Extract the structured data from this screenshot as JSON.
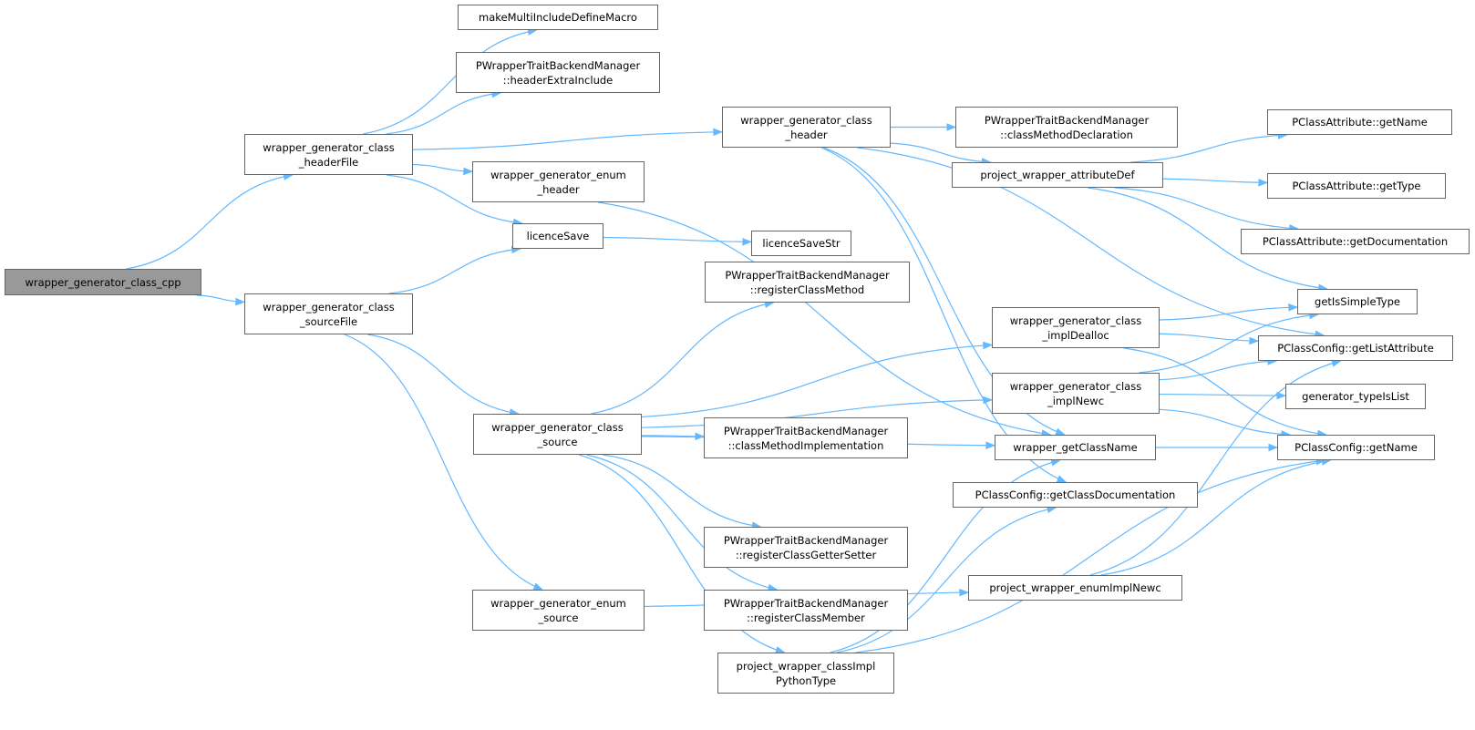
{
  "graph": {
    "edge_color": "#63b8ff",
    "node_border_color": "#666666",
    "root_fill": "#999999",
    "nodes": [
      {
        "id": "n0",
        "lines": [
          "wrapper_generator_class_cpp"
        ],
        "root": true
      },
      {
        "id": "n1",
        "lines": [
          "wrapper_generator_class",
          "_headerFile"
        ]
      },
      {
        "id": "n2",
        "lines": [
          "wrapper_generator_class",
          "_sourceFile"
        ]
      },
      {
        "id": "n3",
        "lines": [
          "makeMultiIncludeDefineMacro"
        ]
      },
      {
        "id": "n4",
        "lines": [
          "PWrapperTraitBackendManager",
          "::headerExtraInclude"
        ]
      },
      {
        "id": "n5",
        "lines": [
          "wrapper_generator_class",
          "_header"
        ]
      },
      {
        "id": "n6",
        "lines": [
          "wrapper_generator_enum",
          "_header"
        ]
      },
      {
        "id": "n7",
        "lines": [
          "licenceSave"
        ]
      },
      {
        "id": "n8",
        "lines": [
          "licenceSaveStr"
        ]
      },
      {
        "id": "n9",
        "lines": [
          "PWrapperTraitBackendManager",
          "::registerClassMethod"
        ]
      },
      {
        "id": "n10",
        "lines": [
          "PWrapperTraitBackendManager",
          "::classMethodDeclaration"
        ]
      },
      {
        "id": "n11",
        "lines": [
          "project_wrapper_attributeDef"
        ]
      },
      {
        "id": "n12",
        "lines": [
          "PClassAttribute::getName"
        ]
      },
      {
        "id": "n13",
        "lines": [
          "PClassAttribute::getType"
        ]
      },
      {
        "id": "n14",
        "lines": [
          "PClassAttribute::getDocumentation"
        ]
      },
      {
        "id": "n15",
        "lines": [
          "getIsSimpleType"
        ]
      },
      {
        "id": "n16",
        "lines": [
          "wrapper_generator_class",
          "_implDealloc"
        ]
      },
      {
        "id": "n17",
        "lines": [
          "PClassConfig::getListAttribute"
        ]
      },
      {
        "id": "n18",
        "lines": [
          "wrapper_generator_class",
          "_implNewc"
        ]
      },
      {
        "id": "n19",
        "lines": [
          "generator_typeIsList"
        ]
      },
      {
        "id": "n20",
        "lines": [
          "wrapper_generator_class",
          "_source"
        ]
      },
      {
        "id": "n21",
        "lines": [
          "PWrapperTraitBackendManager",
          "::classMethodImplementation"
        ]
      },
      {
        "id": "n22",
        "lines": [
          "wrapper_getClassName"
        ]
      },
      {
        "id": "n23",
        "lines": [
          "PClassConfig::getName"
        ]
      },
      {
        "id": "n24",
        "lines": [
          "PClassConfig::getClassDocumentation"
        ]
      },
      {
        "id": "n25",
        "lines": [
          "PWrapperTraitBackendManager",
          "::registerClassGetterSetter"
        ]
      },
      {
        "id": "n26",
        "lines": [
          "PWrapperTraitBackendManager",
          "::registerClassMember"
        ]
      },
      {
        "id": "n27",
        "lines": [
          "project_wrapper_enumImplNewc"
        ]
      },
      {
        "id": "n28",
        "lines": [
          "wrapper_generator_enum",
          "_source"
        ]
      },
      {
        "id": "n29",
        "lines": [
          "project_wrapper_classImpl",
          "PythonType"
        ]
      }
    ],
    "edges": [
      [
        "n0",
        "n1"
      ],
      [
        "n0",
        "n2"
      ],
      [
        "n1",
        "n3"
      ],
      [
        "n1",
        "n4"
      ],
      [
        "n1",
        "n5"
      ],
      [
        "n1",
        "n6"
      ],
      [
        "n1",
        "n7"
      ],
      [
        "n2",
        "n7"
      ],
      [
        "n2",
        "n20"
      ],
      [
        "n2",
        "n28"
      ],
      [
        "n7",
        "n8"
      ],
      [
        "n5",
        "n10"
      ],
      [
        "n5",
        "n11"
      ],
      [
        "n5",
        "n17"
      ],
      [
        "n5",
        "n22"
      ],
      [
        "n5",
        "n24"
      ],
      [
        "n6",
        "n22"
      ],
      [
        "n11",
        "n12"
      ],
      [
        "n11",
        "n13"
      ],
      [
        "n11",
        "n14"
      ],
      [
        "n11",
        "n15"
      ],
      [
        "n16",
        "n15"
      ],
      [
        "n16",
        "n17"
      ],
      [
        "n16",
        "n23"
      ],
      [
        "n18",
        "n15"
      ],
      [
        "n18",
        "n17"
      ],
      [
        "n18",
        "n19"
      ],
      [
        "n18",
        "n23"
      ],
      [
        "n20",
        "n9"
      ],
      [
        "n20",
        "n16"
      ],
      [
        "n20",
        "n18"
      ],
      [
        "n20",
        "n21"
      ],
      [
        "n20",
        "n22"
      ],
      [
        "n20",
        "n25"
      ],
      [
        "n20",
        "n26"
      ],
      [
        "n20",
        "n29"
      ],
      [
        "n22",
        "n23"
      ],
      [
        "n29",
        "n22"
      ],
      [
        "n29",
        "n24"
      ],
      [
        "n29",
        "n23"
      ],
      [
        "n27",
        "n17"
      ],
      [
        "n27",
        "n23"
      ],
      [
        "n28",
        "n27"
      ]
    ]
  }
}
